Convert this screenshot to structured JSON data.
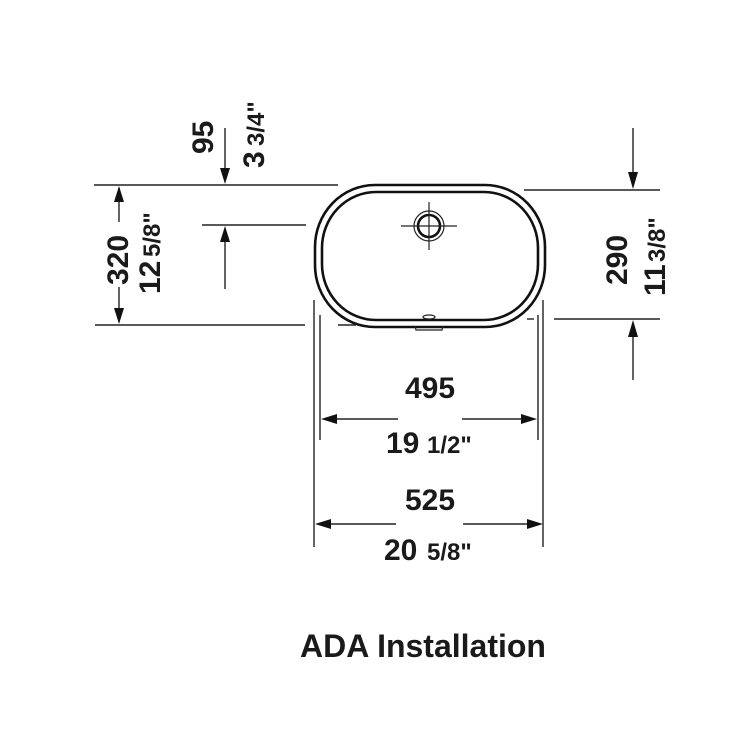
{
  "diagram": {
    "title": "ADA Installation",
    "type": "technical-drawing",
    "subject": "undercounter oval washbasin, top view",
    "dimensions": {
      "overflow_offset": {
        "mm": "95",
        "inch_whole": "3",
        "inch_frac": "3/4\""
      },
      "outer_depth": {
        "mm": "320",
        "inch_whole": "12",
        "inch_frac": "5/8\""
      },
      "inner_depth": {
        "mm": "290",
        "inch_whole": "11",
        "inch_frac": "3/8\""
      },
      "inner_width": {
        "mm": "495",
        "inch_whole": "19",
        "inch_frac": "1/2\""
      },
      "outer_width": {
        "mm": "525",
        "inch_whole": "20",
        "inch_frac": "5/8\""
      }
    },
    "colors": {
      "ink": "#1a1a1a",
      "background": "#ffffff"
    }
  }
}
